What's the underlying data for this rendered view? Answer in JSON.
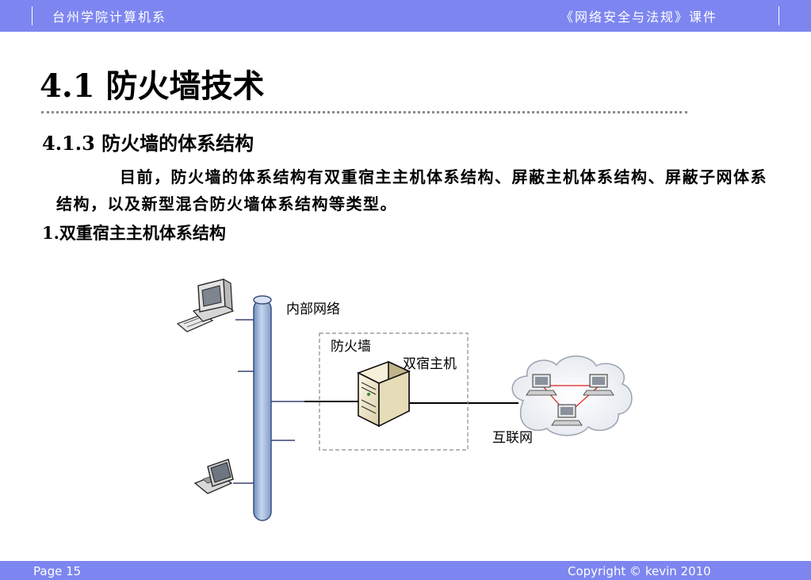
{
  "header": {
    "left": "台州学院计算机系",
    "right": "《网络安全与法规》课件"
  },
  "title": "4.1 防火墙技术",
  "subtitle": "4.1.3 防火墙的体系结构",
  "paragraph": "目前，防火墙的体系结构有双重宿主主机体系结构、屏蔽主机体系结构、屏蔽子网体系结构，以及新型混合防火墙体系结构等类型。",
  "item_heading": "1.双重宿主主机体系结构",
  "diagram": {
    "label_internal": "内部网络",
    "label_firewall": "防火墙",
    "label_host": "双宿主机",
    "label_internet": "互联网"
  },
  "footer": {
    "page": "Page 15",
    "copyright": "Copyright © kevin 2010"
  },
  "colors": {
    "bar": "#7d86f0",
    "pipe": "#a8bfe0",
    "link_red": "#e02020"
  }
}
